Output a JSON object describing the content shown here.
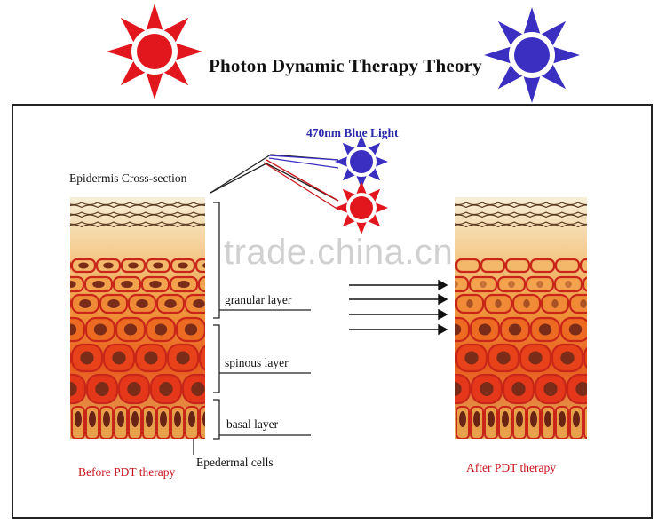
{
  "title": "Photon Dynamic Therapy Theory",
  "colors": {
    "red_light": "#e2161d",
    "blue_light": "#3a2fc0",
    "label_red": "#c8161d",
    "cell_wall": "#e8421a",
    "cell_core": "#7a2c18",
    "epidermis_top": "#f5e6c4"
  },
  "icons": {
    "red_sun": "red-sun-icon",
    "blue_sun": "blue-sun-icon"
  },
  "diagram": {
    "blue_light_label": "470nm Blue Light",
    "cross_section_label": "Epidermis Cross-section",
    "layers": [
      "granular layer",
      "spinous layer",
      "basal layer"
    ],
    "cells_label": "Epedermal cells",
    "before_label": "Before PDT therapy",
    "after_label": "After PDT therapy"
  },
  "watermark": "trade.china.cn"
}
